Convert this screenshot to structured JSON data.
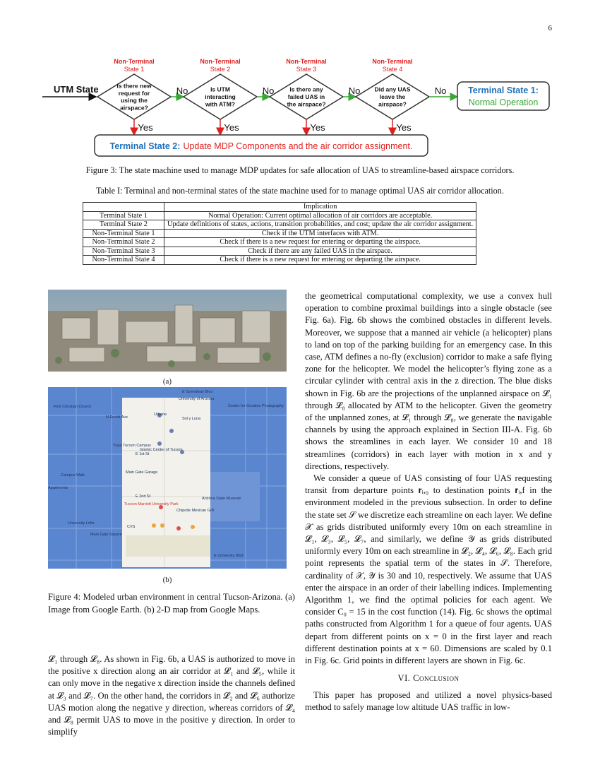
{
  "page_number": "6",
  "flowchart": {
    "entry_label": "UTM State",
    "states": [
      {
        "header_line1": "Non-Terminal",
        "header_line2": "State 1",
        "question": [
          "Is there new",
          "request for",
          "using the",
          "airspace?"
        ]
      },
      {
        "header_line1": "Non-Terminal",
        "header_line2": "State 2",
        "question": [
          "Is UTM",
          "interacting",
          "with ATM?"
        ]
      },
      {
        "header_line1": "Non-Terminal",
        "header_line2": "State 3",
        "question": [
          "Is there any",
          "failed UAS in",
          "the airspace?"
        ]
      },
      {
        "header_line1": "Non-Terminal",
        "header_line2": "State 4",
        "question": [
          "Did any UAS",
          "leave the",
          "airspace?"
        ]
      }
    ],
    "no_label": "No",
    "yes_label": "Yes",
    "terminal1_line1": "Terminal State 1:",
    "terminal1_line2": "Normal Operation",
    "terminal2_prefix": "Terminal State 2:",
    "terminal2_text": "Update MDP Components and the air corridor assignment.",
    "colors": {
      "red": "#e02020",
      "green": "#3aa635",
      "blue": "#1f6fb8"
    }
  },
  "figure3_caption": "Figure 3: The state machine used to manage MDP updates for safe allocation of UAS to streamline-based airspace corridors.",
  "table_caption": "Table I: Terminal and non-terminal states of the state machine used for to manage optimal UAS air corridor allocation.",
  "table": {
    "header": "Implication",
    "rows": [
      [
        "Terminal State 1",
        "Normal Operation: Current optimal allocation of air corridors are acceptable."
      ],
      [
        "Terminal State 2",
        "Update definitions of states, actions, transition probabilities, and cost; update the air corridor assignment."
      ],
      [
        "Non-Terminal State 1",
        "Check if the UTM interfaces with ATM."
      ],
      [
        "Non-Terminal State 2",
        "Check if there is a new request for entering or departing the airspace."
      ],
      [
        "Non-Terminal State 3",
        "Check if there are any failed UAS in the airspace."
      ],
      [
        "Non-Terminal State 4",
        "Check if there is a new request for entering or departing the airspace."
      ]
    ]
  },
  "figure4": {
    "label_a": "(a)",
    "label_b": "(b)",
    "caption": "Figure 4: Modeled urban environment in central Tucson-Arizona. (a) Image from Google Earth. (b) 2-D map from Google Maps.",
    "map_labels": [
      "E Speedway Blvd",
      "University of Arizona",
      "First Christian Church",
      "Urbane",
      "Sol y Luna",
      "Center for Creative Photography",
      "Islamic Center of Tucson",
      "Yugo Tucson Campus",
      "Main Gate Garage",
      "Campus Walk",
      "Arizona State Museum",
      "Tucson Marriott University Park",
      "Chipotle Mexican Grill",
      "University Lofts",
      "CVS",
      "Main Gate Square",
      "E University Blvd",
      "N Euclid Ave",
      "E 1st St",
      "E 2nd St",
      "Apartments"
    ]
  },
  "left_text": [
    "𝓛₁ through 𝓛₈. As shown in Fig. 6b, a UAS is authorized to move in the positive x direction along an air corridor at 𝓛₁ and 𝓛₅, while it can only move in the negative x direction inside the channels defined at 𝓛₃ and 𝓛₇. On the other hand, the corridors in 𝓛₂ and 𝓛₆ authorize UAS motion along the negative y direction, whereas corridors of 𝓛₄ and 𝓛₈ permit UAS to move in the positive y direction. In order to simplify"
  ],
  "right_text": {
    "p1": "the geometrical computational complexity, we use a convex hull operation to combine proximal buildings into a single obstacle (see Fig. 6a). Fig. 6b shows the combined obstacles in different levels. Moreover, we suppose that a manned air vehicle (a helicopter) plans to land on top of the parking building for an emergency case. In this case, ATM defines a no-fly (exclusion) corridor to make a safe flying zone for the helicopter. We model the helicopter’s flying zone as a circular cylinder with central axis in the z direction. The blue disks shown in Fig. 6b are the projections of the unplanned airspace on 𝓛₁ through 𝓛₈ allocated by ATM to the helicopter. Given the geometry of the unplanned zones, at 𝓛₁ through 𝓛₈, we generate the navigable channels by using the approach explained in Section III-A. Fig. 6b shows the streamlines in each layer. We consider 10 and 18 streamlines (corridors) in each layer with motion in x and y directions, respectively.",
    "p2": "We consider a queue of UAS consisting of four UAS requesting transit from departure points 𝐫ᵢ,₀ to destination points 𝐫ᵢ,f in the environment modeled in the previous subsection. In order to define the state set 𝒮 we discretize each streamline on each layer. We define 𝒳 as grids distributed uniformly every 10m on each streamline in 𝓛₁, 𝓛₃, 𝓛₅, 𝓛₇, and similarly, we define 𝒴 as grids distributed uniformly every 10m on each streamline in 𝓛₂, 𝓛₄, 𝓛₆, 𝓛₈. Each grid point represents the spatial term of the states in 𝒮. Therefore, cardinality of 𝒳, 𝒴 is 30 and 10, respectively. We assume that UAS enter the airspace in an order of their labelling indices. Implementing Algorithm 1, we find the optimal policies for each agent. We consider C₀ = 15 in the cost function (14). Fig. 6c shows the optimal paths constructed from Algorithm 1 for a queue of four agents. UAS depart from different points on x = 0 in the first layer and reach different destination points at x = 60. Dimensions are scaled by 0.1 in Fig. 6c. Grid points in different layers are shown in Fig. 6c.",
    "section_heading": "VI. Conclusion",
    "p3": "This paper has proposed and utilized a novel physics-based method to safely manage low altitude UAS traffic in low-"
  }
}
